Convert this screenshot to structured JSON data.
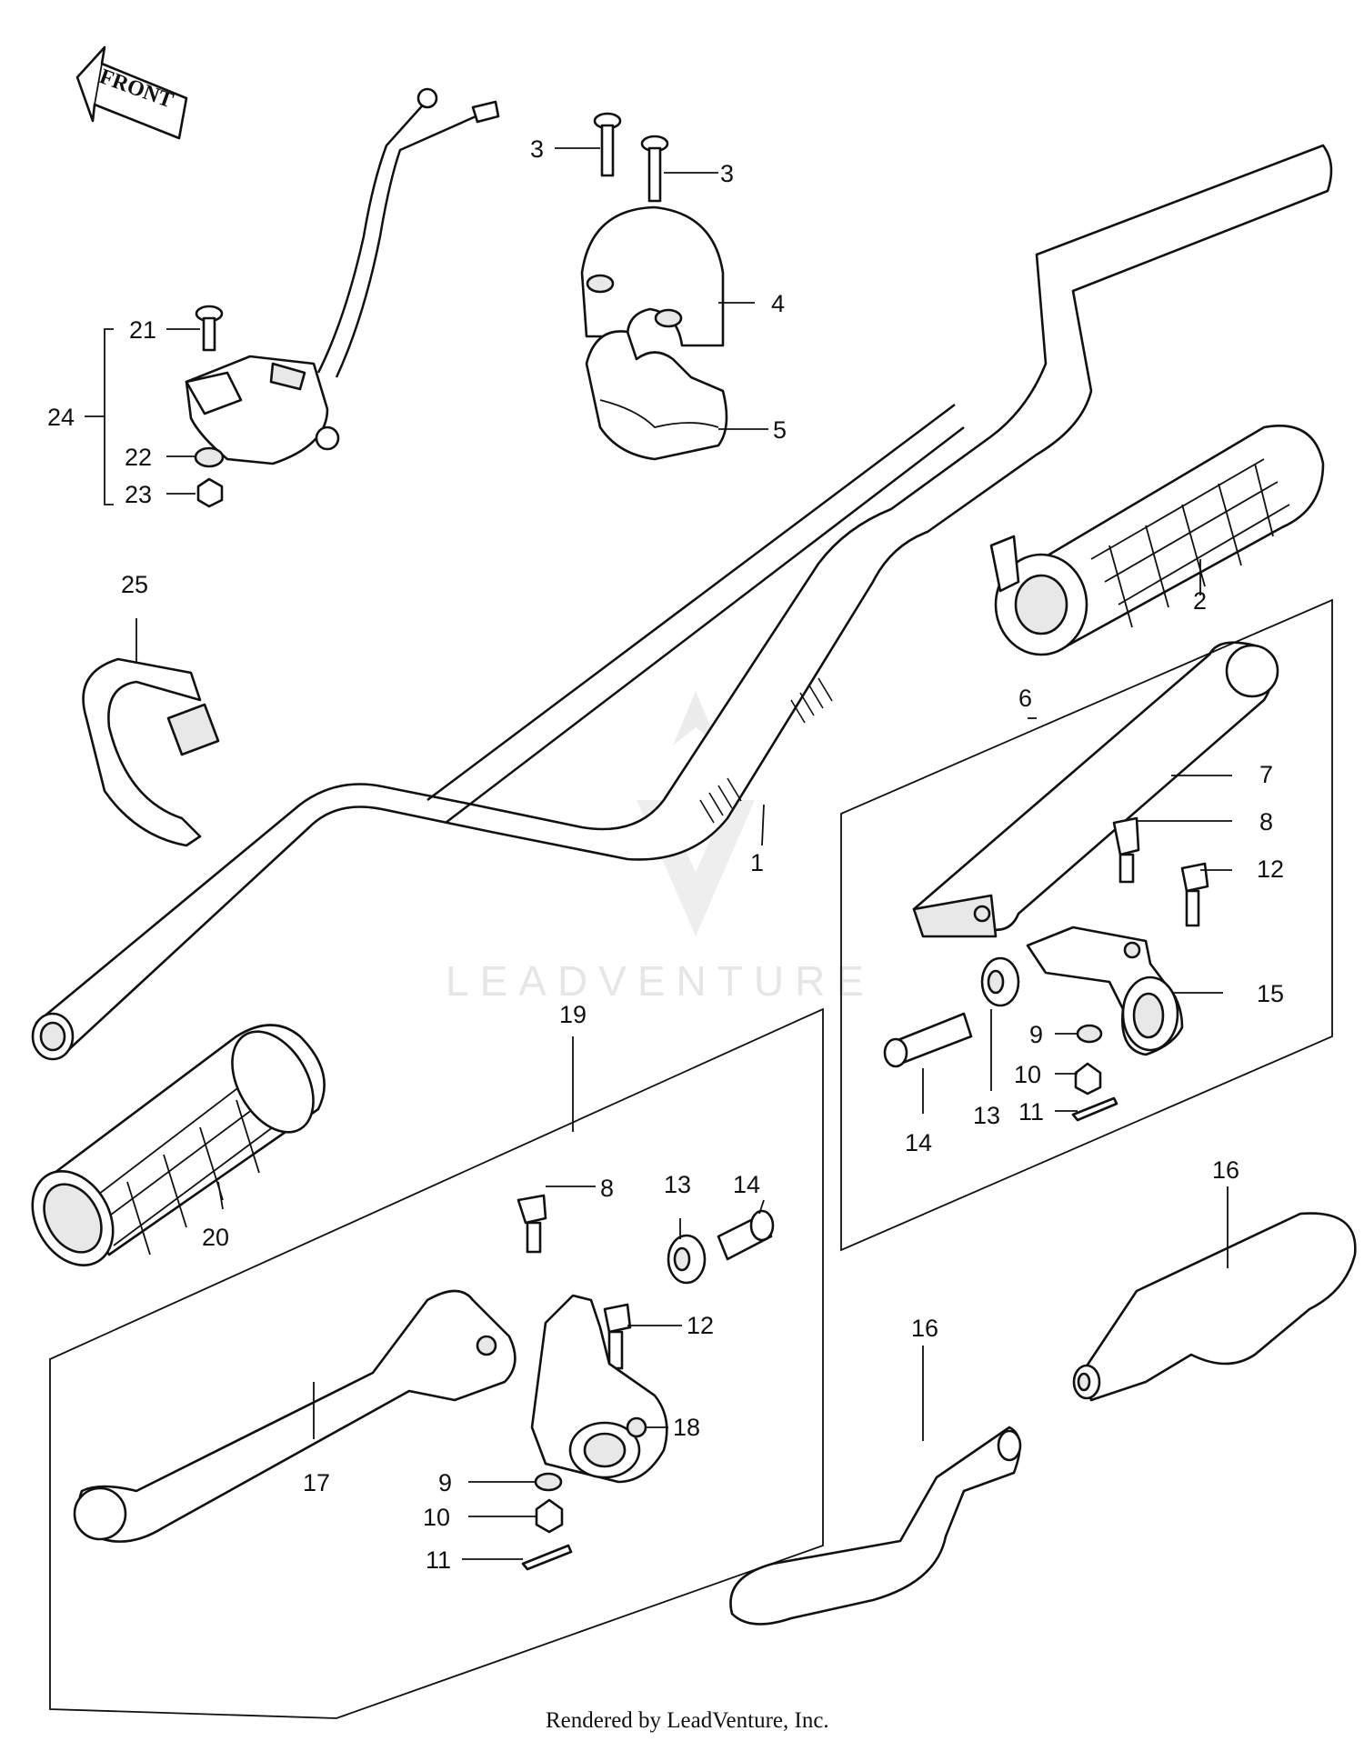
{
  "watermark": "LEADVENTURE",
  "front_arrow": "FRONT",
  "footer": "Rendered by LeadVenture, Inc.",
  "callouts": [
    {
      "id": "c1",
      "label": "1"
    },
    {
      "id": "c2",
      "label": "2"
    },
    {
      "id": "c3a",
      "label": "3"
    },
    {
      "id": "c3b",
      "label": "3"
    },
    {
      "id": "c4",
      "label": "4"
    },
    {
      "id": "c5",
      "label": "5"
    },
    {
      "id": "c6",
      "label": "6"
    },
    {
      "id": "c7",
      "label": "7"
    },
    {
      "id": "c8a",
      "label": "8"
    },
    {
      "id": "c12a",
      "label": "12"
    },
    {
      "id": "c15",
      "label": "15"
    },
    {
      "id": "c9a",
      "label": "9"
    },
    {
      "id": "c10a",
      "label": "10"
    },
    {
      "id": "c11a",
      "label": "11"
    },
    {
      "id": "c13a",
      "label": "13"
    },
    {
      "id": "c14a",
      "label": "14"
    },
    {
      "id": "c16a",
      "label": "16"
    },
    {
      "id": "c16b",
      "label": "16"
    },
    {
      "id": "c19",
      "label": "19"
    },
    {
      "id": "c20",
      "label": "20"
    },
    {
      "id": "c8b",
      "label": "8"
    },
    {
      "id": "c13b",
      "label": "13"
    },
    {
      "id": "c14b",
      "label": "14"
    },
    {
      "id": "c12b",
      "label": "12"
    },
    {
      "id": "c18",
      "label": "18"
    },
    {
      "id": "c17",
      "label": "17"
    },
    {
      "id": "c9b",
      "label": "9"
    },
    {
      "id": "c10b",
      "label": "10"
    },
    {
      "id": "c11b",
      "label": "11"
    },
    {
      "id": "c21",
      "label": "21"
    },
    {
      "id": "c22",
      "label": "22"
    },
    {
      "id": "c23",
      "label": "23"
    },
    {
      "id": "c24",
      "label": "24"
    },
    {
      "id": "c25",
      "label": "25"
    }
  ]
}
